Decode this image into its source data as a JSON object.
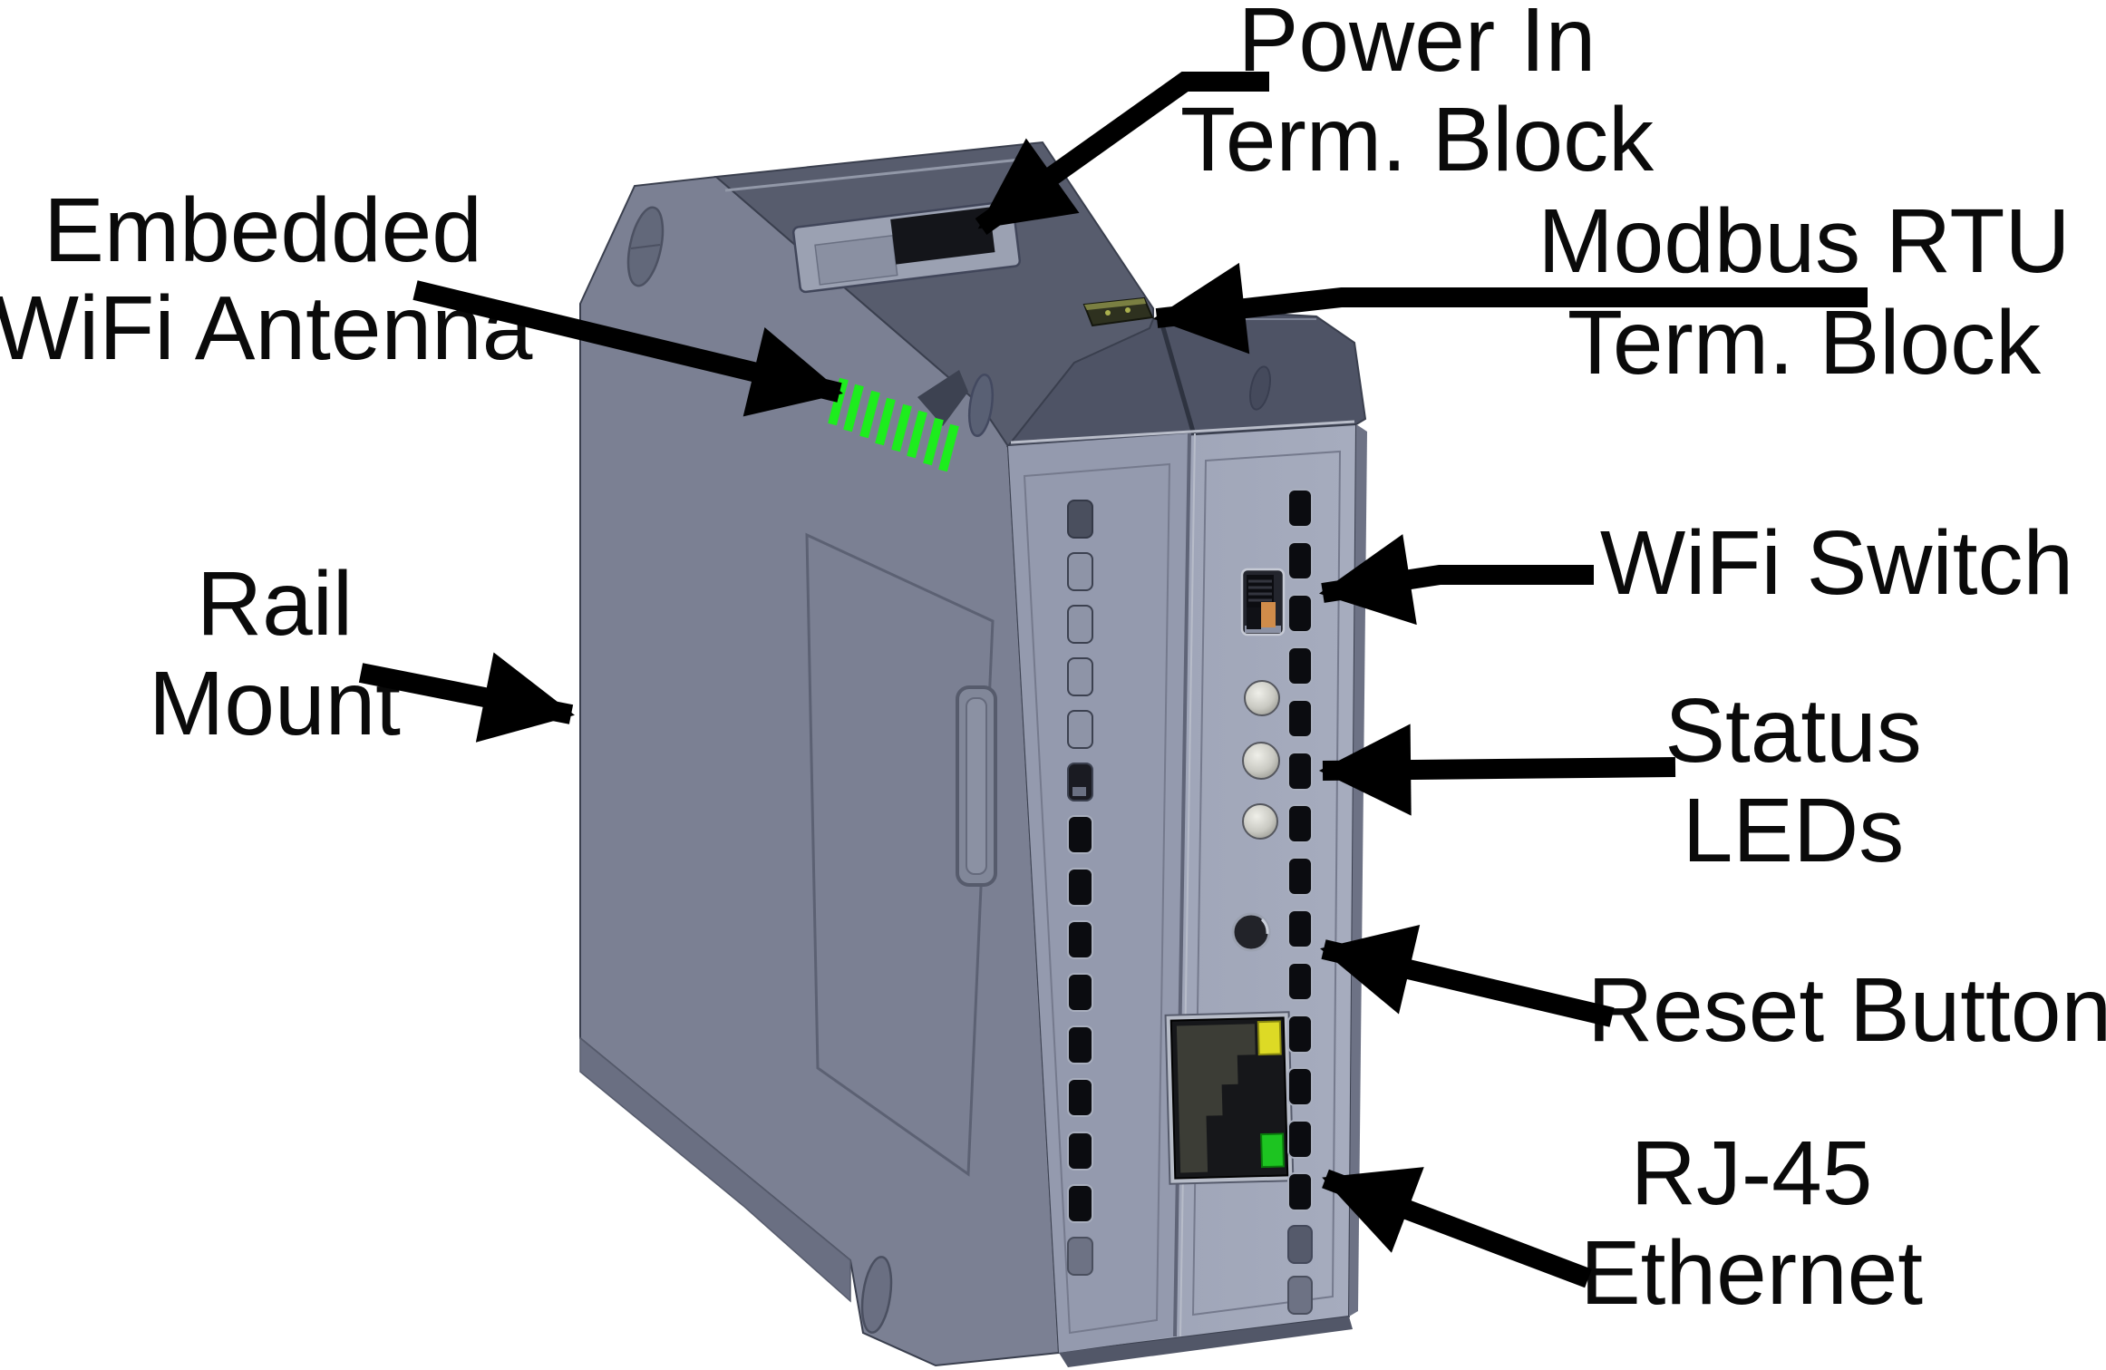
{
  "figure": {
    "type": "hardware-callout-diagram",
    "subject": "DIN-rail mounted industrial WiFi / Modbus gateway module, isometric 3D render",
    "background_color": "#ffffff"
  },
  "callouts": {
    "power_in": {
      "line1": "Power In",
      "line2": "Term. Block"
    },
    "modbus": {
      "line1": "Modbus RTU",
      "line2": "Term. Block"
    },
    "wifi_switch": {
      "line1": "WiFi Switch"
    },
    "status_leds": {
      "line1": "Status",
      "line2": "LEDs"
    },
    "reset_button": {
      "line1": "Reset Button"
    },
    "rj45": {
      "line1": "RJ-45",
      "line2": "Ethernet"
    },
    "antenna": {
      "line1": "Embedded",
      "line2": "WiFi Antenna"
    },
    "rail_mount": {
      "line1": "Rail",
      "line2": "Mount"
    }
  },
  "device": {
    "features": [
      "power-in-terminal-recess",
      "modbus-rtu-terminal-block",
      "embedded-wifi-antenna-stripes",
      "rail-mount-side-panel",
      "wifi-slide-switch",
      "status-leds",
      "reset-button",
      "rj45-ethernet-port",
      "vent-slot-columns",
      "mounting-ear-holes"
    ],
    "status_led_count": 3,
    "antenna_stripe_count": 8,
    "rj45_indicator_top": "yellow",
    "rj45_indicator_bottom": "green"
  },
  "colors": {
    "label_text": "#0a0a0a",
    "arrow": "#000000",
    "body_side": "#7b8093",
    "body_front": "#9aa0b3",
    "body_front_left": "#949aae",
    "top_slope_dark": "#575c6d",
    "chamfer_band_dark": "#4e5365",
    "antenna_green": "#1ded1d",
    "rj45_led_yellow": "#ddda25",
    "rj45_led_green": "#1dc421",
    "switch_orange": "#d08c4a",
    "vent_black": "#0b0c10"
  }
}
